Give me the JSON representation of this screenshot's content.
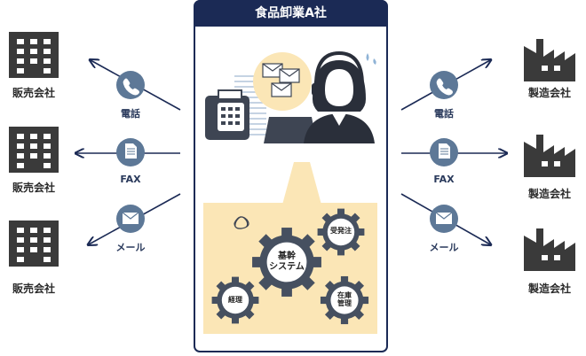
{
  "company": {
    "title": "食品卸業A社"
  },
  "left": {
    "entities": [
      {
        "label": "販売会社"
      },
      {
        "label": "販売会社"
      },
      {
        "label": "販売会社"
      }
    ]
  },
  "right": {
    "entities": [
      {
        "label": "製造会社"
      },
      {
        "label": "製造会社"
      },
      {
        "label": "製造会社"
      }
    ]
  },
  "channels": [
    {
      "label": "電話",
      "icon": "phone-icon"
    },
    {
      "label": "FAX",
      "icon": "fax-document-icon"
    },
    {
      "label": "メール",
      "icon": "mail-icon"
    }
  ],
  "system": {
    "core_line1": "基幹",
    "core_line2": "システム",
    "order": "受発注",
    "inventory_line1": "在庫",
    "inventory_line2": "管理",
    "accounting": "経理"
  },
  "colors": {
    "navy": "#1b2a55",
    "channel_circle": "#5d7897",
    "gear": "#465060",
    "system_panel": "#fbe6b6",
    "building": "#3a3a3a"
  }
}
